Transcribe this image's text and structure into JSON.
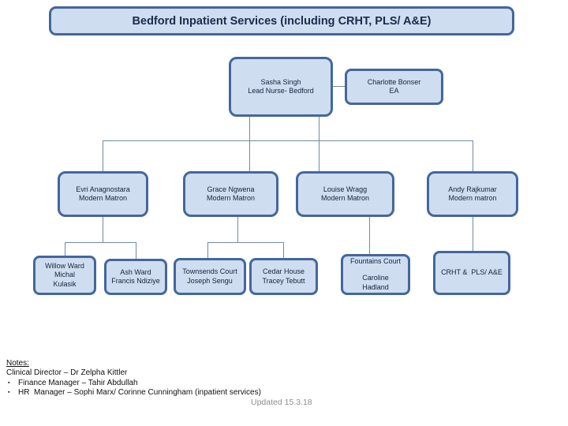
{
  "title": "Bedford Inpatient Services (including CRHT, PLS/ A&E)",
  "colors": {
    "node_fill": "#cfddf0",
    "node_border": "#44679b",
    "connector": "#7189a7",
    "title_text": "#1b2b4d",
    "updated_text": "#8e8e8e"
  },
  "org": {
    "sasha": {
      "lines": [
        "Sasha Singh",
        "Lead Nurse- Bedford"
      ]
    },
    "charlotte": {
      "lines": [
        "Charlotte Bonser",
        "EA"
      ]
    },
    "evri": {
      "lines": [
        "Evri Anagnostara",
        "Modern Matron"
      ]
    },
    "grace": {
      "lines": [
        "Grace Ngwena",
        "Modern Matron"
      ]
    },
    "louise": {
      "lines": [
        "Louise Wragg",
        "Modern Matron"
      ]
    },
    "andy": {
      "lines": [
        "Andy Rajkumar",
        "Modern matron"
      ]
    },
    "willow": {
      "lines": [
        "Willow Ward",
        "Michal",
        "Kulasik"
      ]
    },
    "ash": {
      "lines": [
        "Ash Ward",
        "Francis Ndiziye"
      ]
    },
    "townsends": {
      "lines": [
        "Townsends Court",
        "Joseph Sengu"
      ]
    },
    "cedar": {
      "lines": [
        "Cedar House",
        "Tracey Tebutt"
      ]
    },
    "fountains": {
      "lines": [
        "Fountains Court",
        "Caroline",
        "Hadland"
      ]
    },
    "crht": {
      "lines": [
        "CRHT &  PLS/ A&E"
      ]
    }
  },
  "notes": {
    "heading": "Notes:",
    "line1": "Clinical Director – Dr Zelpha Kittler",
    "bullets": [
      "Finance Manager – Tahir Abdullah",
      "HR  Manager – Sophi Marx/ Corinne Cunningham (inpatient services)"
    ]
  },
  "updated": "Updated 15.3.18"
}
